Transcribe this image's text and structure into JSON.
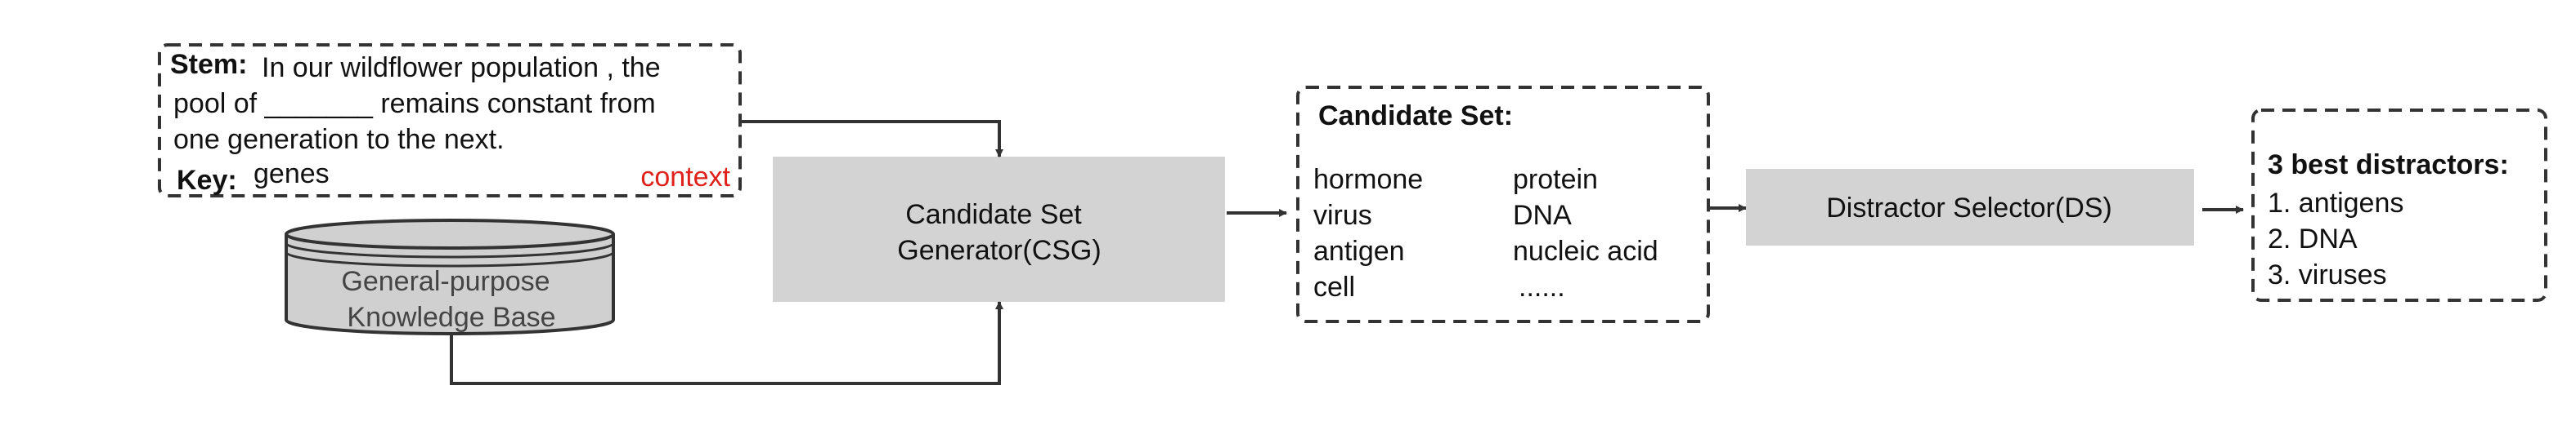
{
  "stem_box": {
    "stem_label": "Stem:",
    "stem_line1": "In our wildflower population , the",
    "stem_line2": "pool of _______ remains constant from",
    "stem_line3": "one generation to the next.",
    "key_label": "Key:",
    "key_value": "genes",
    "context_tag": "context",
    "context_color": "#e0201a"
  },
  "knowledge_base": {
    "line1": "General-purpose",
    "line2": "Knowledge Base",
    "fill_color": "#d0d0d0"
  },
  "csg": {
    "line1": "Candidate Set",
    "line2": "Generator(CSG)",
    "fill_color": "#d3d3d3"
  },
  "candidate_set": {
    "title": "Candidate Set:",
    "left_col": [
      "hormone",
      "virus",
      "antigen",
      "cell"
    ],
    "right_col": [
      "protein",
      "DNA",
      "nucleic acid",
      "......"
    ]
  },
  "distractor_selector": {
    "label": "Distractor Selector(DS)",
    "fill_color": "#d3d3d3"
  },
  "best_distractors": {
    "title": "3 best distractors:",
    "items": [
      "1. antigens",
      "2. DNA",
      "3. viruses"
    ]
  },
  "colors": {
    "line": "#333333",
    "border": "#333333"
  }
}
